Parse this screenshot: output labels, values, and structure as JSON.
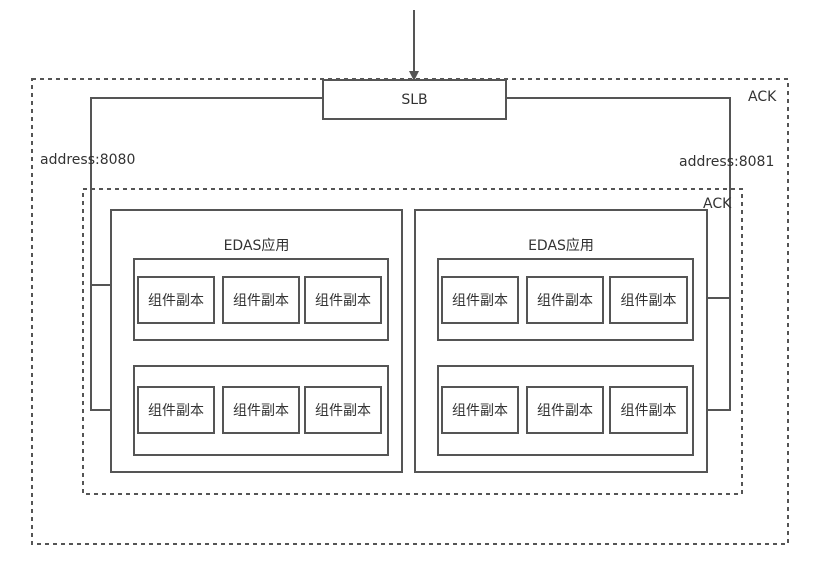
{
  "diagram": {
    "outer_cluster_label": "ACK",
    "inner_cluster_label": "ACK",
    "load_balancer": "SLB",
    "left_port_label": "address:8080",
    "right_port_label": "address:8081",
    "apps": [
      {
        "title": "EDAS应用",
        "groups": [
          {
            "replicas": [
              "组件副本",
              "组件副本",
              "组件副本"
            ]
          },
          {
            "replicas": [
              "组件副本",
              "组件副本",
              "组件副本"
            ]
          }
        ]
      },
      {
        "title": "EDAS应用",
        "groups": [
          {
            "replicas": [
              "组件副本",
              "组件副本",
              "组件副本"
            ]
          },
          {
            "replicas": [
              "组件副本",
              "组件副本",
              "组件副本"
            ]
          }
        ]
      }
    ]
  }
}
